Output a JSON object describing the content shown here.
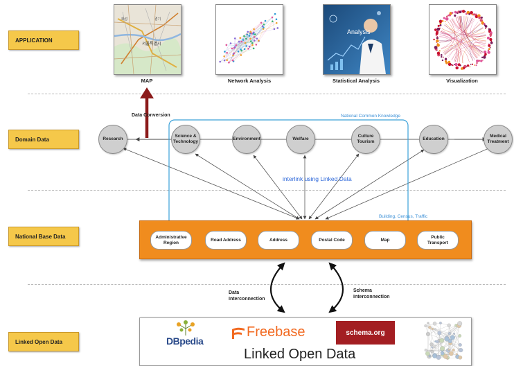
{
  "layers": {
    "application": "APPLICATION",
    "domain": "Domain Data",
    "national": "National Base Data",
    "lod": "Linked Open Data"
  },
  "applications": [
    {
      "caption": "MAP"
    },
    {
      "caption": "Network Analysis"
    },
    {
      "caption": "Statistical Analysis"
    },
    {
      "caption": "Visualization"
    }
  ],
  "map_image_labels": [
    "서울특별시",
    "화성",
    "경기"
  ],
  "stat_image_text": "Analysis",
  "data_conversion": "Data Conversion",
  "ncb_label": "National Common Knowledge",
  "interlink_label": "interlink using Linked Data",
  "building_label": "Building, Census, Traffic",
  "domain_nodes": [
    "Research",
    "Science &\nTechnology",
    "Environment",
    "Welfare",
    "Culture\nTourism",
    "Education",
    "Medical\nTreatment"
  ],
  "base_items": [
    "Administrative\nRegion",
    "Road Address",
    "Address",
    "Postal Code",
    "Map",
    "Public\nTransport"
  ],
  "data_interconnection": "Data\nInterconnection",
  "schema_interconnection": "Schema\nInterconnection",
  "lod": {
    "dbpedia": "DBpedia",
    "freebase": "Freebase",
    "schema": "schema.org",
    "title": "Linked Open Data"
  },
  "colors": {
    "label_fill": "#f5c84a",
    "band_orange": "#f08c1e",
    "accent_blue": "#3a8fd6",
    "arrow_red": "#8b1a1a",
    "freebase_orange": "#f26a21",
    "schema_red": "#a31e22"
  }
}
